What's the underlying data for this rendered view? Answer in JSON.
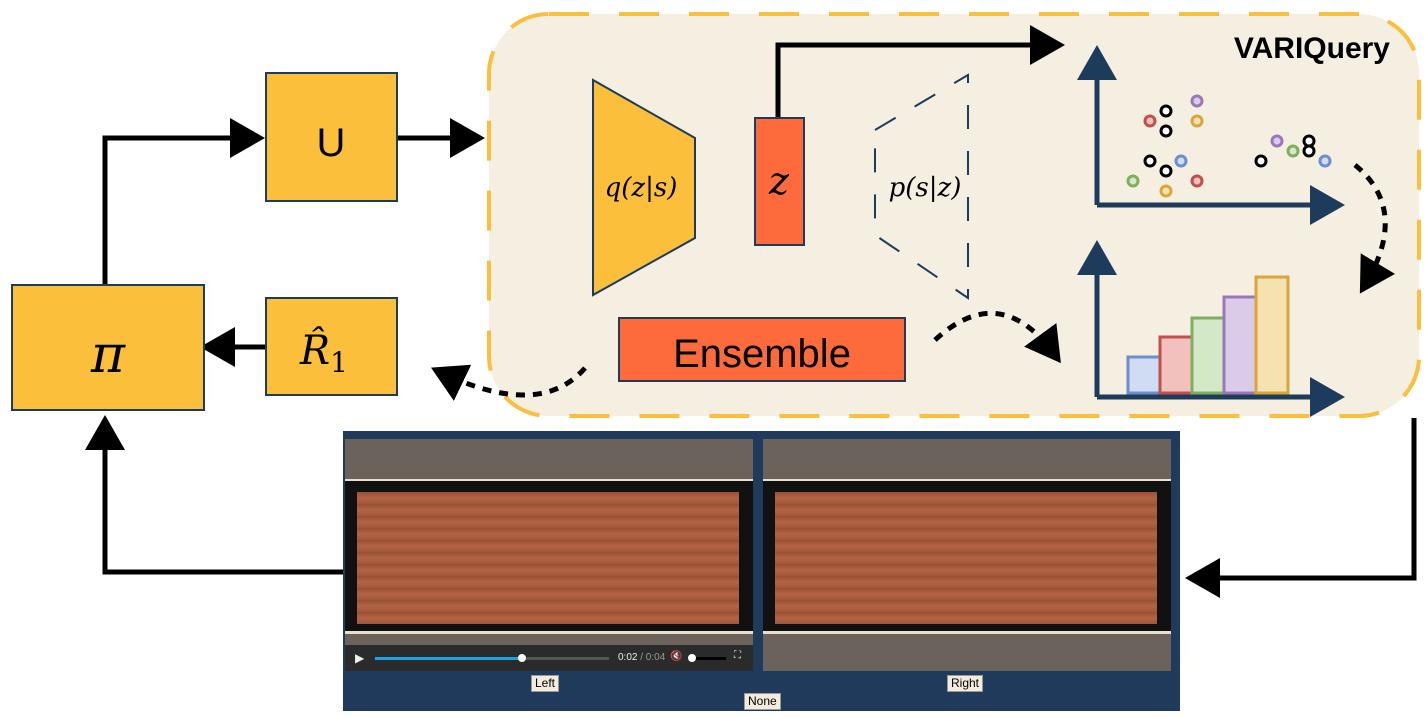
{
  "diagram": {
    "policy_label": "π",
    "u_label": "U",
    "reward_label": "R̂",
    "reward_sub": "1",
    "encoder_label": "q(z|s)",
    "latent_label": "z",
    "decoder_label": "p(s|z)",
    "ensemble_label": "Ensemble",
    "module_title": "VARIQuery",
    "colors": {
      "box": "#fbbf3c",
      "latent": "#fd6a3c",
      "module_bg": "#f5efe2",
      "axis": "#1d3b5a"
    }
  },
  "video": {
    "time_current": "0:02",
    "time_total": "/ 0:04",
    "progress": 0.62,
    "left_button": "Left",
    "right_button": "Right",
    "none_button": "None"
  }
}
